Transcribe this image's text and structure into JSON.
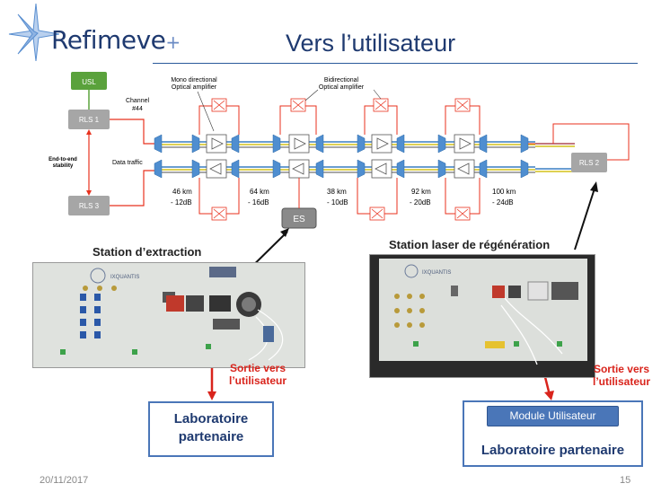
{
  "logo": {
    "name": "Refimeve",
    "plus": "+"
  },
  "slide": {
    "title": "Vers l’utilisateur",
    "date": "20/11/2017",
    "page": "15"
  },
  "diagram": {
    "usl": "USL",
    "rls1": "RLS 1",
    "rls2": "RLS 2",
    "rls3": "RLS 3",
    "channel": [
      "Channel",
      "#44"
    ],
    "end_to_end": [
      "End-to-end",
      "stability"
    ],
    "data_traffic": "Data traffic",
    "mono_amp": [
      "Mono directional",
      "Optical amplifier"
    ],
    "bidir_amp": [
      "Bidirectional",
      "Optical amplifier"
    ],
    "es": "ES",
    "spans": [
      {
        "km": "46 km",
        "db": "- 12dB"
      },
      {
        "km": "64 km",
        "db": "- 16dB"
      },
      {
        "km": "38 km",
        "db": "- 10dB"
      },
      {
        "km": "92 km",
        "db": "- 20dB"
      },
      {
        "km": "100 km",
        "db": "- 24dB"
      }
    ],
    "colors": {
      "red": "#e8321e",
      "blue": "#3a7fc1",
      "yellow": "#d4c21a",
      "gray": "#8c8c8c",
      "green": "#5aa23c"
    }
  },
  "stations": {
    "extraction": "Station d’extraction",
    "regeneration": "Station laser de régénération",
    "brand": "IXQUANTIS",
    "sortie": [
      "Sortie vers",
      "l’utilisateur"
    ]
  },
  "labs": {
    "left": [
      "Laboratoire",
      "partenaire"
    ],
    "right": "Laboratoire partenaire",
    "module": "Module Utilisateur"
  }
}
